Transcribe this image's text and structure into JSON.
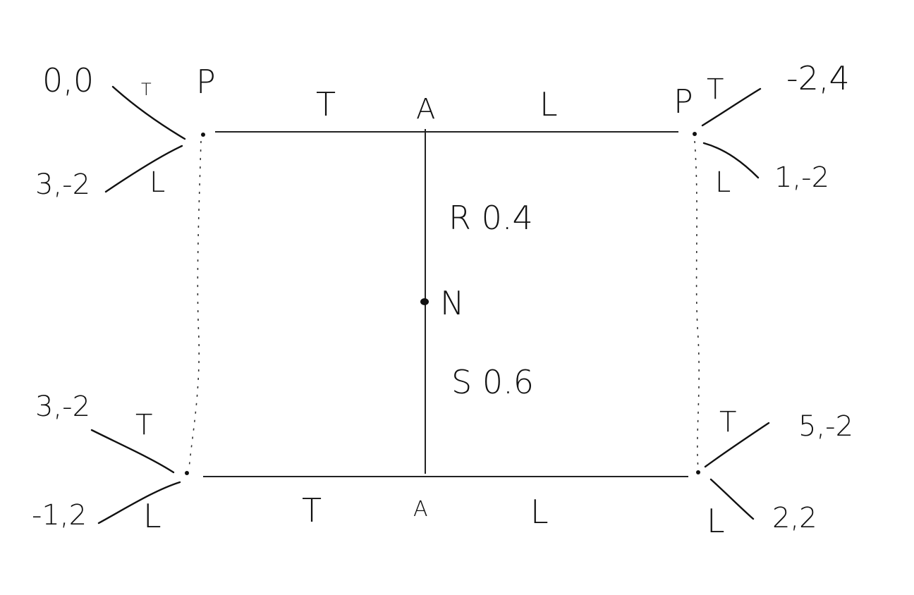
{
  "nodes": {
    "top_left": {
      "label": "P",
      "payoffs": {
        "T": "0,0",
        "L": "3,-2"
      },
      "branch_labels": {
        "T": "T",
        "L": "L"
      }
    },
    "top_right": {
      "label": "P",
      "payoffs": {
        "T": "-2,4",
        "L": "1,-2"
      },
      "branch_labels": {
        "T": "T",
        "L": "L"
      }
    },
    "bottom_left": {
      "payoffs": {
        "T": "3,-2",
        "L": "-1,2"
      },
      "branch_labels": {
        "T": "T",
        "L": "L"
      }
    },
    "bottom_right": {
      "payoffs": {
        "T": "5,-2",
        "L": "2,2"
      },
      "branch_labels": {
        "T": "T",
        "L": "L"
      }
    }
  },
  "top_edge": {
    "left_label": "T",
    "mid_label": "A",
    "right_label": "L"
  },
  "bottom_edge": {
    "left_label": "T",
    "mid_label": "A",
    "right_label": "L"
  },
  "nature": {
    "label": "N",
    "upper_branch": "R 0.4",
    "lower_branch": "S 0.6"
  }
}
